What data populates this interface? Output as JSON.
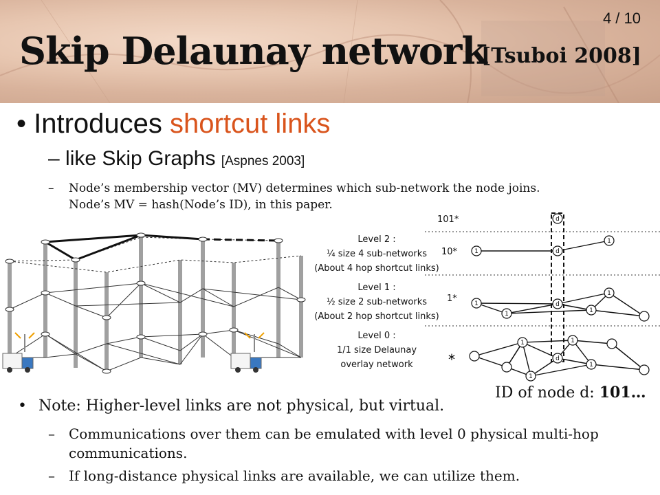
{
  "header": {
    "title": "Skip Delaunay network",
    "citation": "[Tsuboi 2008]",
    "page_number": "4 / 10"
  },
  "bullets": {
    "b1_prefix": "Introduces ",
    "b1_accent": "shortcut links",
    "b2_main": "like Skip Graphs ",
    "b2_cite": "[Aspnes 2003]",
    "b3_line1": "Node’s membership vector (MV) determines which sub-network the node joins.",
    "b3_line2": "Node’s MV = hash(Node’s ID), in this paper."
  },
  "diagram": {
    "level2": [
      "Level 2 :",
      "¼ size 4 sub-networks",
      "(About 4 hop shortcut links)"
    ],
    "level1": [
      "Level 1 :",
      "½ size 2 sub-networks",
      "(About 2 hop shortcut links)"
    ],
    "level0": [
      "Level 0 :",
      "1/1 size Delaunay",
      "overlay network"
    ],
    "right_labels": [
      "101*",
      "10*",
      "1*",
      "*"
    ],
    "node_marks": [
      "d",
      "1"
    ]
  },
  "id_node": {
    "prefix": "ID of node d: ",
    "value": "101…"
  },
  "notes": {
    "n1": "Note: Higher-level links are not physical, but virtual.",
    "n2": "Communications over them can be emulated with level 0 physical multi-hop communications.",
    "n3": "If long-distance physical links are available, we can utilize them."
  },
  "colors": {
    "accent": "#d9541c",
    "header_bg": "#e7c6b0"
  }
}
